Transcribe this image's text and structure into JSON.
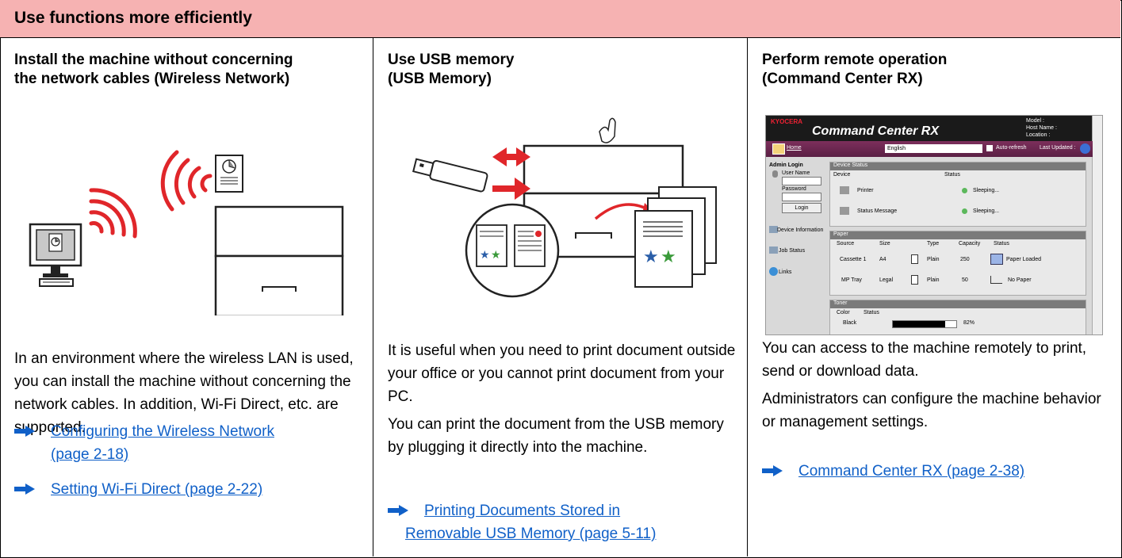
{
  "page": {
    "title": "Use functions more efficiently"
  },
  "columns": [
    {
      "heading": [
        "Install the machine without concerning",
        "the network cables (Wireless Network)"
      ],
      "paragraphs": [
        "In an environment where the wireless LAN is used, you can install the machine without concerning the network cables. In addition, Wi-Fi Direct, etc. are supported."
      ],
      "links": [
        {
          "lines": [
            "Configuring the Wireless Network ",
            "(page 2-18)"
          ]
        },
        {
          "lines": [
            "Setting Wi-Fi Direct (page 2-22)"
          ]
        }
      ]
    },
    {
      "heading": [
        "Use USB memory",
        "(USB Memory)"
      ],
      "paragraphs": [
        "It is useful when you need to print document outside your office or you cannot print document from your PC.",
        "You can print the document from the USB memory by plugging it directly into the machine."
      ],
      "links": [
        {
          "lines": [
            "Printing Documents Stored in ",
            "Removable USB Memory (page 5-11)"
          ]
        }
      ]
    },
    {
      "heading": [
        "Perform remote operation",
        "(Command Center RX)"
      ],
      "paragraphs": [
        "You can access to the machine remotely to print, send or download data.",
        "Administrators can configure the machine behavior or management settings."
      ],
      "links": [
        {
          "lines": [
            "Command Center RX (page 2-38)"
          ]
        }
      ]
    }
  ],
  "screenshot": {
    "brand": "KYOCERA",
    "app_title": "Command Center RX",
    "model_label": "Model :",
    "host_label": "Host Name :",
    "location_label": "Location :",
    "home": "Home",
    "language": "English",
    "auto_refresh": "Auto-refresh",
    "last_updated": "Last Updated :",
    "admin_login": "Admin Login",
    "user_name": "User Name",
    "password": "Password",
    "login_button": "Login",
    "nav": [
      "Device Information",
      "Job Status",
      "Links"
    ],
    "device_status": {
      "title": "Device Status",
      "headers": [
        "Device",
        "Status"
      ],
      "rows": [
        {
          "device": "Printer",
          "status": "Sleeping..."
        },
        {
          "device": "Status Message",
          "status": "Sleeping..."
        }
      ]
    },
    "paper": {
      "title": "Paper",
      "headers": [
        "Source",
        "Size",
        "Type",
        "Capacity",
        "Status"
      ],
      "rows": [
        {
          "source": "Cassette 1",
          "size": "A4",
          "type": "Plain",
          "capacity": "250",
          "status": "Paper Loaded"
        },
        {
          "source": "MP Tray",
          "size": "Legal",
          "type": "Plain",
          "capacity": "50",
          "status": "No Paper"
        }
      ]
    },
    "toner": {
      "title": "Toner",
      "headers": [
        "Color",
        "Status"
      ],
      "rows": [
        {
          "color": "Black",
          "level": "82%",
          "fraction": 0.82
        }
      ]
    },
    "colors": {
      "header_dark": "#1a1a1a",
      "panel": "#d9d9d9",
      "section_bar": "#7a7a7a",
      "sleep_green": "#5cb85c"
    }
  },
  "colors": {
    "header_bg": "#f6b2b2",
    "link": "#1060c8",
    "wifi_red": "#e0262a",
    "usb_red": "#e0262a"
  }
}
